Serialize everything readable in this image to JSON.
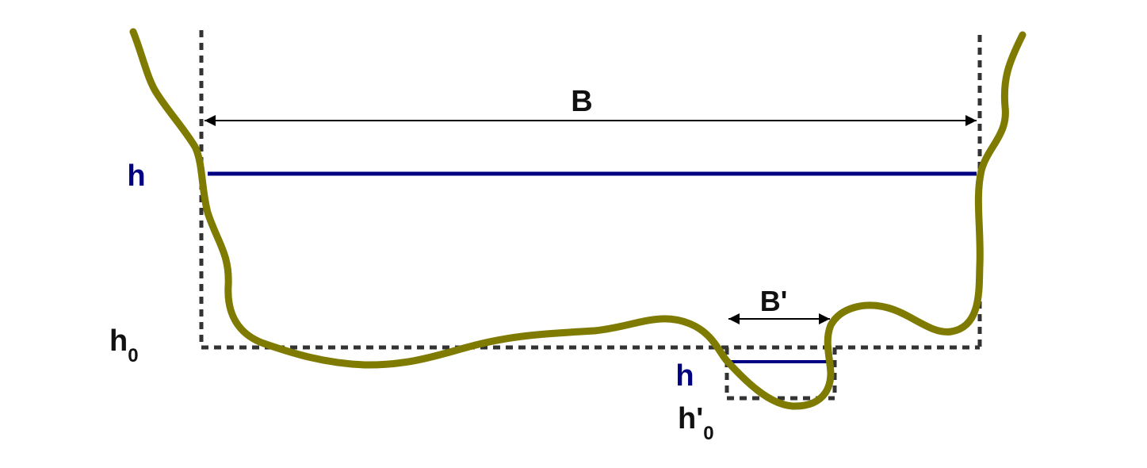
{
  "labels": {
    "width_main": "B",
    "width_sub": "B'",
    "level_main": "h",
    "level_sub": "h",
    "base_main": "h",
    "base_main_sub": "0",
    "base_sub": "h'",
    "base_sub_sub": "0"
  },
  "colors": {
    "bed": "#7f7a00",
    "water": "#000080",
    "dashed_box": "#333333",
    "arrow": "#000000",
    "label_dark": "#111111",
    "label_blue": "#000080"
  }
}
